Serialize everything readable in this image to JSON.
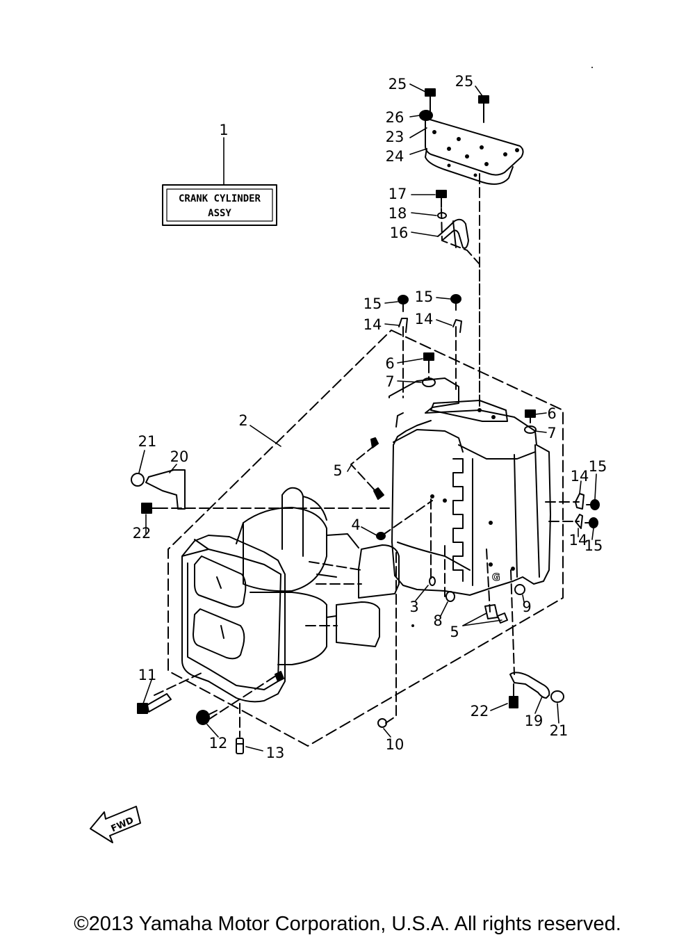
{
  "assembly_box": {
    "callout": "1",
    "line1": "CRANK CYLINDER",
    "line2": "ASSY"
  },
  "callouts": {
    "c25a": "25",
    "c25b": "25",
    "c26": "26",
    "c23": "23",
    "c24": "24",
    "c17": "17",
    "c18": "18",
    "c16": "16",
    "c15a": "15",
    "c15b": "15",
    "c14a": "14",
    "c14b": "14",
    "c6a": "6",
    "c7a": "7",
    "c6b": "6",
    "c7b": "7",
    "c2": "2",
    "c21a": "21",
    "c20": "20",
    "c22a": "22",
    "c5a": "5",
    "c4": "4",
    "c14c": "14",
    "c15c": "15",
    "c15d": "15",
    "c14d": "14",
    "c3": "3",
    "c8": "8",
    "c9": "9",
    "c5b": "5",
    "c11": "11",
    "c12": "12",
    "c13": "13",
    "c10": "10",
    "c22b": "22",
    "c19": "19",
    "c21b": "21"
  },
  "fwd_label": "FWD",
  "footer": {
    "copyright": "©2013 Yamaha Motor Corporation, U.S.A. All rights reserved."
  }
}
